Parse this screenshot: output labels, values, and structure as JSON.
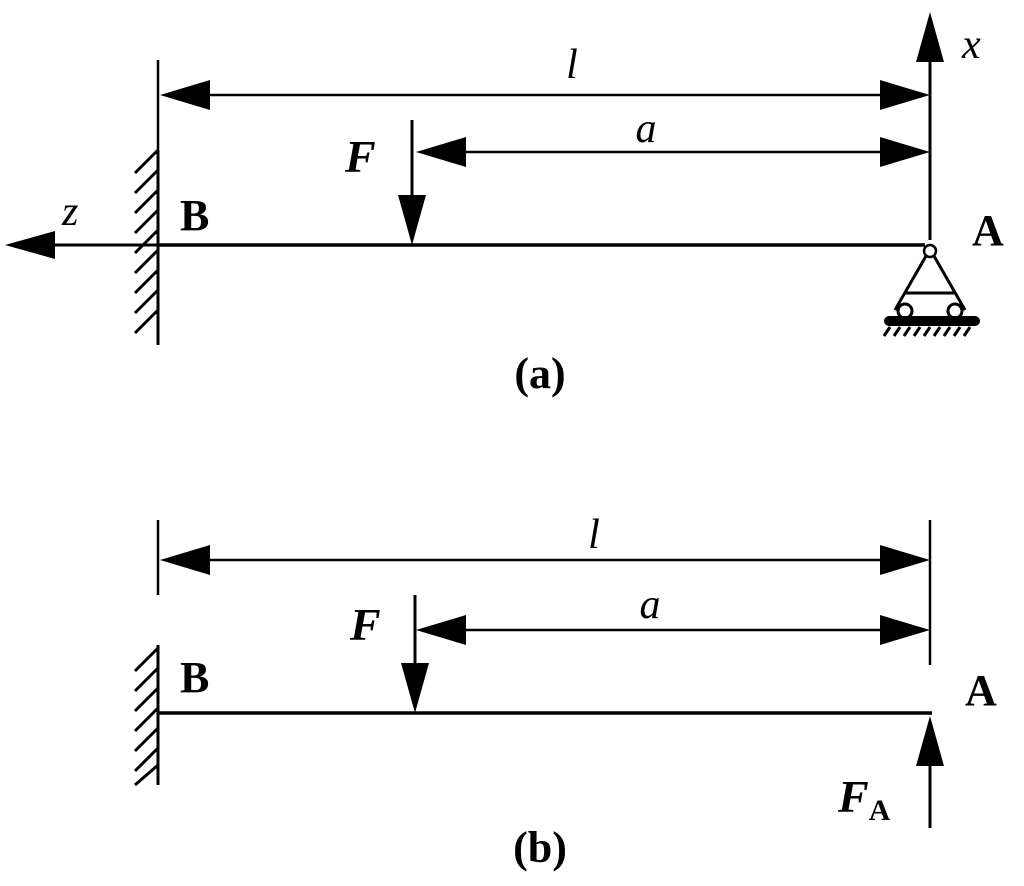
{
  "figure_a": {
    "caption": "(a)",
    "dim_total": "l",
    "dim_partial": "a",
    "force": "F",
    "axis_x": "x",
    "axis_z": "z",
    "point_fixed": "B",
    "point_support": "A"
  },
  "figure_b": {
    "caption": "(b)",
    "dim_total": "l",
    "dim_partial": "a",
    "force": "F",
    "reaction_base": "F",
    "reaction_sub": "A",
    "point_fixed": "B",
    "point_support": "A"
  }
}
